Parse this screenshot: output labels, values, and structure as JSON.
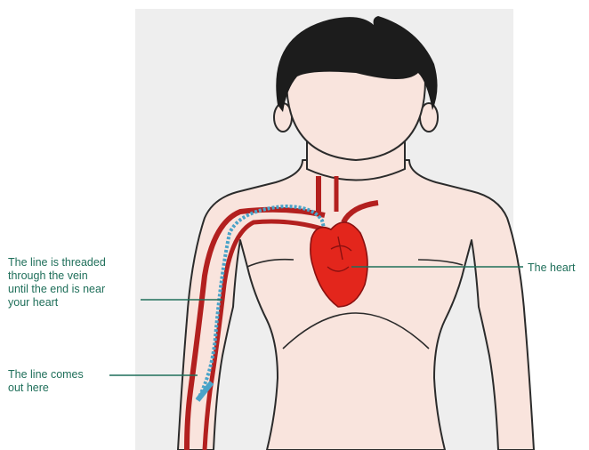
{
  "labels": {
    "threaded": "The line is threaded\nthrough the vein\nuntil the end is near\nyour heart",
    "comes_out": "The line comes\nout here",
    "heart": "The heart"
  },
  "colors": {
    "skin": "#f9e4dd",
    "outline": "#2b2b2b",
    "hair": "#1c1c1c",
    "vein": "#b3201f",
    "heart": "#e3261c",
    "catheter": "#4aa3c8",
    "callout": "#1f6f5a",
    "backdrop": "#eeeeee"
  }
}
